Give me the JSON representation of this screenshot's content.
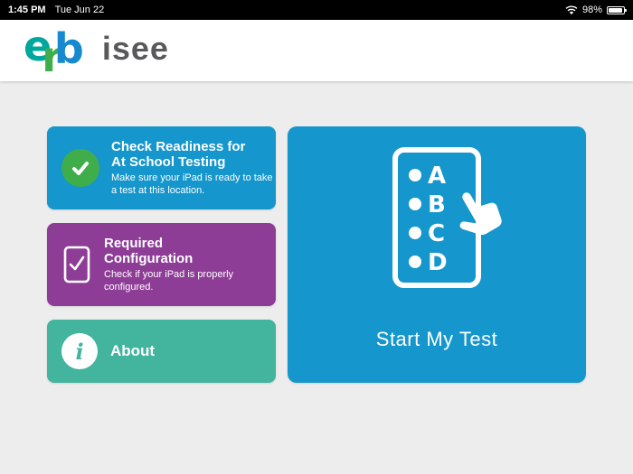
{
  "status_bar": {
    "time": "1:45 PM",
    "date": "Tue Jun 22",
    "battery_percent": "98%"
  },
  "header": {
    "logo_letters": {
      "e": "e",
      "r": "r",
      "b": "b"
    },
    "app_name": "isee"
  },
  "main": {
    "readiness_button": {
      "title": "Check Readiness for\nAt School Testing",
      "subtitle": "Make sure your iPad is ready to take a test at this location."
    },
    "config_button": {
      "title": "Required\nConfiguration",
      "subtitle": "Check if your iPad is properly configured."
    },
    "about_button": {
      "label": "About",
      "icon_glyph": "i"
    },
    "start_test_button": {
      "label": "Start My Test",
      "answer_letters": [
        "A",
        "B",
        "C",
        "D"
      ]
    }
  },
  "colors": {
    "blue": "#1596cc",
    "purple": "#8e3d97",
    "teal": "#43b49e",
    "green": "#3fae4a",
    "logo_teal": "#00a79c",
    "logo_green": "#3fae4a",
    "logo_blue": "#1689cf",
    "header_text": "#58595b",
    "background": "#ededed"
  }
}
